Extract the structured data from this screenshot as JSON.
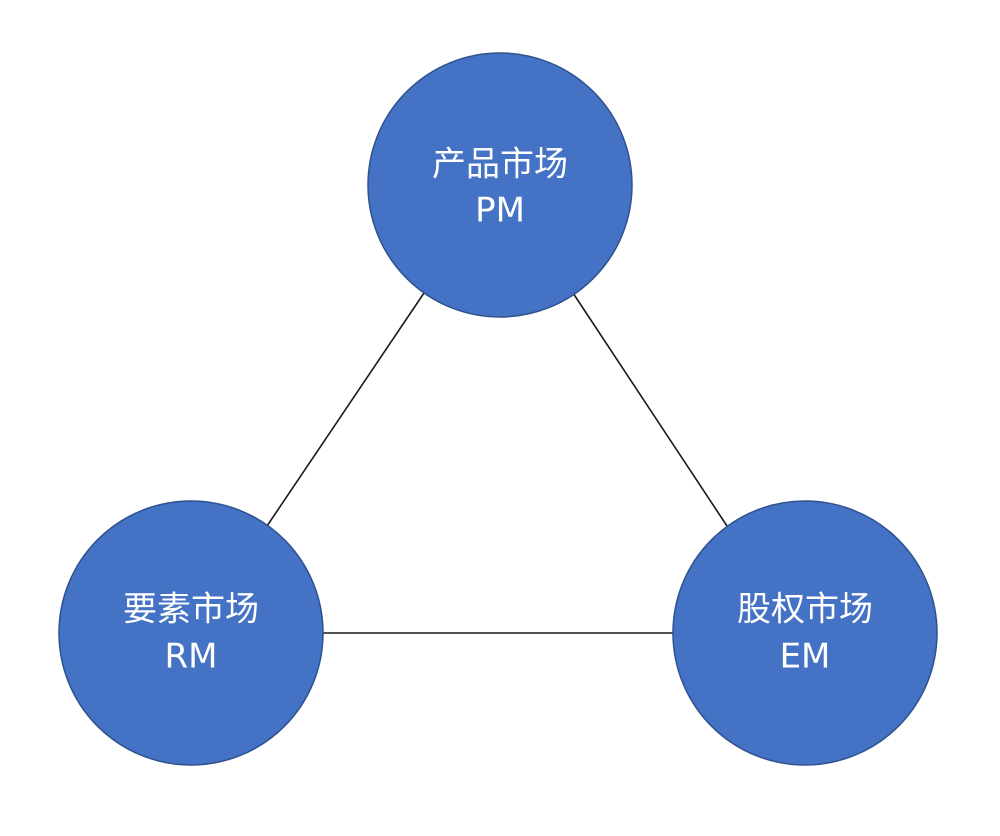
{
  "colors": {
    "node_fill": "#4472c4",
    "node_border": "#2f528f",
    "connector": "#1a1a1a",
    "label_text": "#ffffff",
    "background": "#ffffff"
  },
  "nodes": [
    {
      "id": "pm",
      "name": "产品市场",
      "code": "PM"
    },
    {
      "id": "rm",
      "name": "要素市场",
      "code": "RM"
    },
    {
      "id": "em",
      "name": "股权市场",
      "code": "EM"
    }
  ],
  "connections": [
    {
      "from": "pm",
      "to": "rm"
    },
    {
      "from": "pm",
      "to": "em"
    },
    {
      "from": "rm",
      "to": "em"
    }
  ]
}
